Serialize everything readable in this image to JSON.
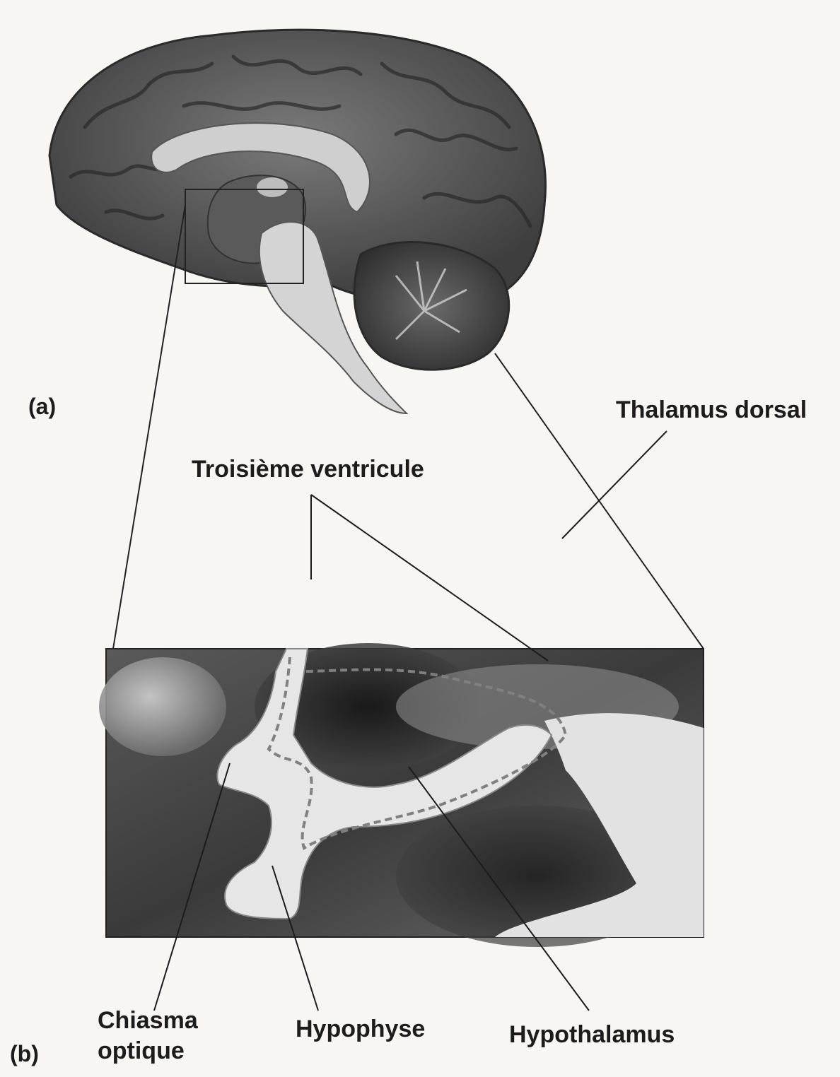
{
  "panels": {
    "a": "(a)",
    "b": "(b)"
  },
  "labels": {
    "thalamus_dorsal": "Thalamus dorsal",
    "troisieme_ventricule": "Troisième ventricule",
    "chiasma_optique_line1": "Chiasma",
    "chiasma_optique_line2": "optique",
    "hypophyse": "Hypophyse",
    "hypothalamus": "Hypothalamus"
  }
}
